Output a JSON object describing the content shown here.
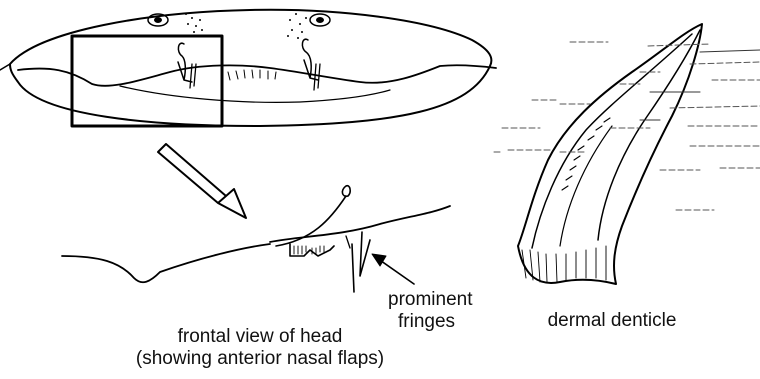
{
  "labels": {
    "fringes_line1": "prominent",
    "fringes_line2": "fringes",
    "denticle": "dermal denticle",
    "frontal_line1": "frontal view of head",
    "frontal_line2": "(showing anterior nasal flaps)"
  }
}
